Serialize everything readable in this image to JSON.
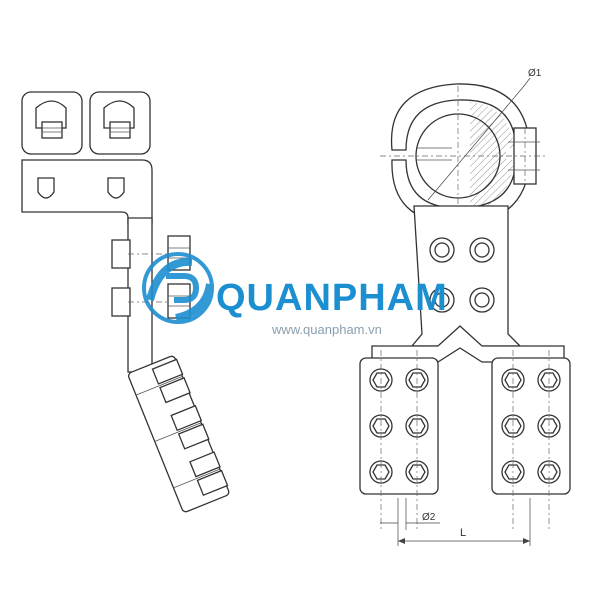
{
  "drawing": {
    "dimension_labels": {
      "d1": "Ø1",
      "d2": "Ø2",
      "length": "L"
    }
  },
  "watermark": {
    "brand_name": "QUANPHAM",
    "url": "www.quanpham.vn",
    "logo_icon": "qp-logo-icon",
    "brand_color": "#1c8fd0",
    "url_color": "#8aa0ae"
  }
}
